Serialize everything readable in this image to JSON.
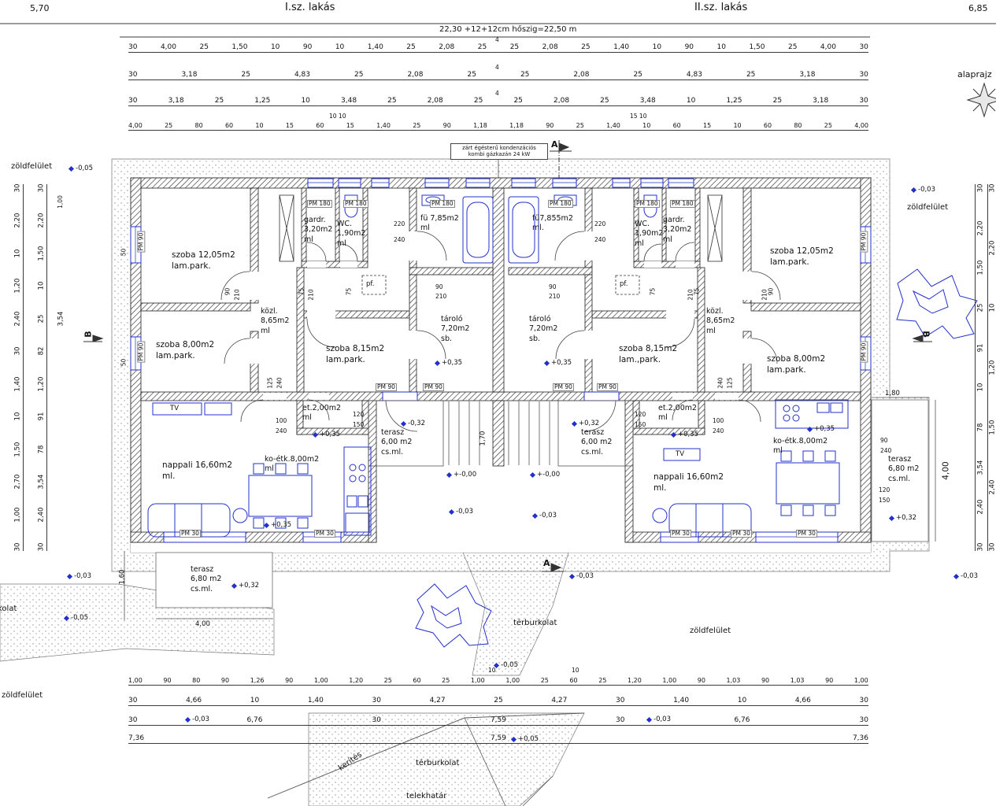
{
  "colors": {
    "drawing_blue": "#2330cc",
    "wall_hatch": "#333333",
    "stipple": "#8a8a8a"
  },
  "header": {
    "dim_left": "5,70",
    "apt1": "I.sz. lakás",
    "note": "22,30 +12+12cm hőszig=22,50 m",
    "apt2": "II.sz. lakás",
    "dim_right": "6,85",
    "plan_label": "alaprajz"
  },
  "boiler_note": "zárt égésterű kondenzációs\nkombi gázkazán  24 kW",
  "dims": {
    "top1": [
      "30",
      "4,00",
      "25",
      "1,50",
      "10",
      "90",
      "10",
      "1,40",
      "25",
      "2,08",
      "25",
      "25",
      "2,08",
      "25",
      "1,40",
      "10",
      "90",
      "10",
      "1,50",
      "25",
      "4,00",
      "30"
    ],
    "top2": [
      "30",
      "3,18",
      "25",
      "4,83",
      "25",
      "2,08",
      "25",
      "25",
      "2,08",
      "25",
      "4,83",
      "25",
      "3,18",
      "30"
    ],
    "top3": [
      "30",
      "3,18",
      "25",
      "1,25",
      "10",
      "3,48",
      "25",
      "2,08",
      "25",
      "25",
      "2,08",
      "25",
      "3,48",
      "10",
      "1,25",
      "25",
      "3,18",
      "30"
    ],
    "top4": [
      "4,00",
      "25",
      "80",
      "60",
      "10",
      "15",
      "60",
      "15",
      "1,40",
      "25",
      "90",
      "1,18",
      "1,18",
      "90",
      "25",
      "1,40",
      "10",
      "60",
      "15",
      "10",
      "60",
      "80",
      "25",
      "4,00"
    ],
    "bottom1": [
      "1,00",
      "90",
      "80",
      "90",
      "1,26",
      "90",
      "1,00",
      "1,20",
      "25",
      "60",
      "25",
      "1,00",
      "1,00",
      "25",
      "60",
      "25",
      "1,20",
      "1,00",
      "90",
      "1,03",
      "90",
      "1,03",
      "90",
      "1,00"
    ],
    "bottom2": [
      "30",
      "4,66",
      "10",
      "1,40",
      "30",
      "4,27",
      "25",
      "4,27",
      "30",
      "1,40",
      "10",
      "4,66",
      "30"
    ],
    "bottom3": [
      "30",
      "6,76",
      "30",
      "7,59",
      "30",
      "6,76",
      "30"
    ],
    "bottom4": [
      "7,36",
      "7,59",
      "7,36"
    ],
    "left_outer": [
      "30",
      "2,20",
      "10",
      "1,20",
      "2,40",
      "30",
      "1,40",
      "10",
      "1,50",
      "2,70",
      "1,00",
      "30"
    ],
    "left_inner": [
      "30",
      "2,20",
      "1,50",
      "10",
      "25",
      "82",
      "1,20",
      "91",
      "78",
      "3,54",
      "2,40",
      "30"
    ],
    "right_inner": [
      "30",
      "2,20",
      "1,50",
      "25",
      "91",
      "10",
      "78",
      "3,54",
      "2,40",
      "30"
    ],
    "right_outer": [
      "30",
      "2,20",
      "10",
      "1,20",
      "1,50",
      "2,40",
      "30"
    ],
    "center4": "4",
    "ten": "10",
    "ten_ten": "10    10",
    "fifteen_ten": "15 10"
  },
  "inner": {
    "d220": "220",
    "d240": "240",
    "d90": "90",
    "d210": "210",
    "d75": "75",
    "d125": "125",
    "d150": "150",
    "d100": "100",
    "d120": "120",
    "d50": "50",
    "d170": "1,70",
    "d180": "1,80",
    "d160": "1,60",
    "d400": "4,00",
    "d354": "3,54",
    "d100m": "1,00"
  },
  "rooms": {
    "l_szoba1": "szoba 12,05m2\nlam.park.",
    "l_gardr": "gardr.\n3,20m2\nml",
    "l_wc": "WC.\n1,90m2\nml",
    "l_furdo": "fü 7,85m2\nml",
    "l_kozl": "közl.\n8,65m2\nml",
    "l_szoba2": "szoba 8,00m2\nlam.park.",
    "l_szoba3": "szoba 8,15m2\nlam.park.",
    "l_tarolo": "tároló\n7,20m2\nsb.",
    "l_etkezo": "et.2,00m2\nml",
    "l_terasz1": "terasz\n6,00 m2\ncs.ml.",
    "l_nappali": "nappali 16,60m2\nml.",
    "l_koetk": "ko-étk.8,00m2\nml",
    "l_terasz2": "terasz\n6,80 m2\ncs.ml.",
    "r_furdo": "fü7,855m2\nml.",
    "r_wc": "WC.\n1,90m2\nml",
    "r_gardr": "gardr.\n3,20m2\nml",
    "r_szoba1": "szoba 12,05m2\nlam.park.",
    "r_kozl": "közl.\n8,65m2\nml",
    "r_tarolo": "tároló\n7,20m2\nsb.",
    "r_szoba3": "szoba 8,15m2\nlam.,park.",
    "r_szoba2": "szoba 8,00m2\nlam.park.",
    "r_etkezo": "et.2,00m2\nml",
    "r_terasz1": "terasz\n6,00 m2\ncs.ml.",
    "r_nappali": "nappali 16,60m2\nml.",
    "r_koetk": "ko-étk.8,00m2\nml",
    "r_terasz2": "terasz\n6,80 m2\ncs.ml."
  },
  "site": {
    "zold1": "zöldfelület",
    "zold2": "zöldfelület",
    "zold3": "zöldfelület",
    "zold4": "zöldfelület",
    "terb1": "térburkolat",
    "terb2": "térburkolat",
    "terb3": "térburkolat",
    "telekhatar": "telekhatár",
    "kerites": "kerítés"
  },
  "markers": {
    "m1": "-0,05",
    "m2": "-0,03",
    "m3": "+0,35",
    "m4": "+0,35",
    "m5": "+0,35",
    "m6": "-0,32",
    "m7": "+0,32",
    "m8": "+0,35",
    "m9": "+0,35",
    "m10": "+-0,00",
    "m11": "+-0,00",
    "m12": "-0,03",
    "m13": "-0,03",
    "m14": "+0,35",
    "m15": "+0,32",
    "m16": "+0,32",
    "m17": "-0,03",
    "m18": "-0,03",
    "m19": "-0,05",
    "m20": "-0,03",
    "m21": "-0,05",
    "m22": "-0,03",
    "m23": "-0,03",
    "m24": "+0,05"
  },
  "pm": {
    "pm180": "PM 180",
    "pm90": "PM 90",
    "pm30": "PM 30"
  },
  "labels": {
    "tv": "TV",
    "pf": "pf.",
    "section_a": "A",
    "section_b": "B"
  }
}
